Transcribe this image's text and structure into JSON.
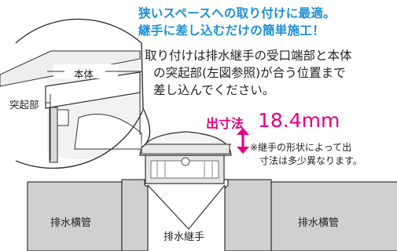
{
  "headline": {
    "line1": "狭いスペースへの取り付けに最適。",
    "line2": "継手に差し込むだけの簡単施工！"
  },
  "instruction": {
    "line1": "取り付けは排水継手の受口端部と本体",
    "line2": "の突起部(左図参照)が合う位置まで",
    "line3": "差し込んでください。"
  },
  "callouts": {
    "body": "本体",
    "protrusion": "突起部"
  },
  "dimension": {
    "label": "出寸法",
    "value": "18.4mm"
  },
  "note": {
    "line1": "※継手の形状によって出",
    "line2": "寸法は多少異なります。"
  },
  "pipes": {
    "left": "排水横管",
    "right": "排水横管",
    "center": "排水継手"
  },
  "colors": {
    "headline": "#1c8fd6",
    "accent": "#e4007f",
    "pipe_fill": "#d0d0d0",
    "pipe_stroke": "#333333"
  }
}
